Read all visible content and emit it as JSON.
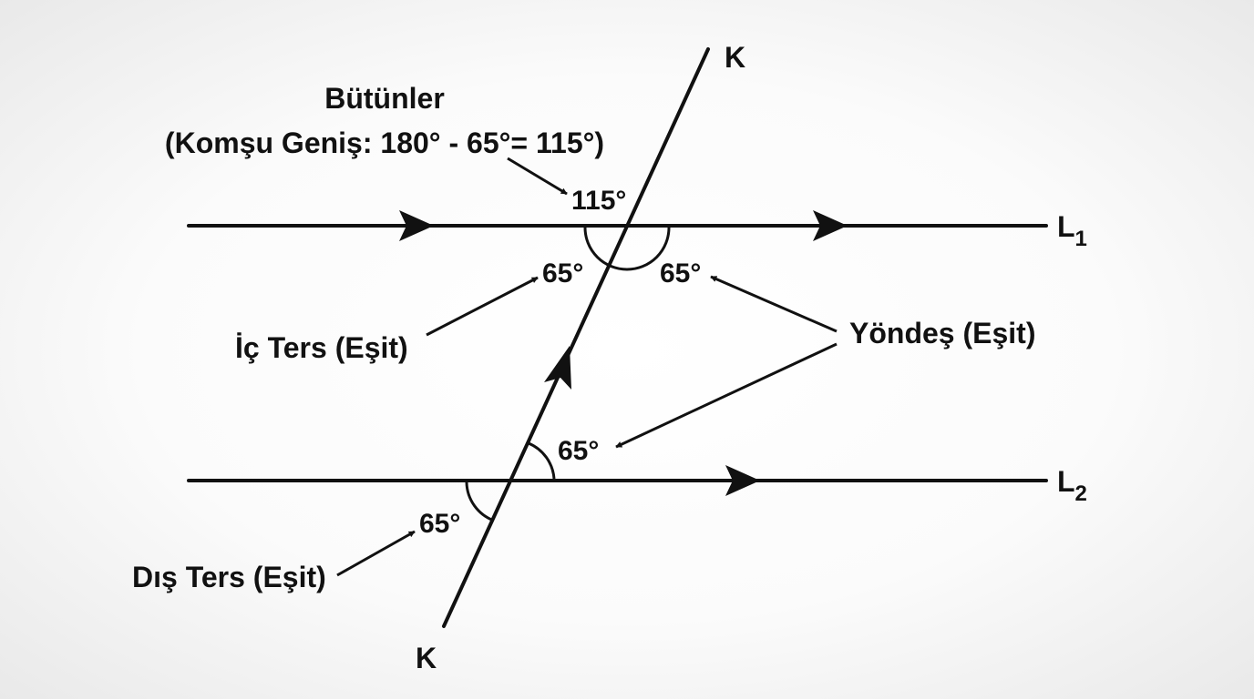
{
  "lines": {
    "transversal_top_label": "K",
    "transversal_bottom_label": "K",
    "line1_label": "L",
    "line1_subscript": "1",
    "line2_label": "L",
    "line2_subscript": "2"
  },
  "angles": {
    "upper_obtuse": "115°",
    "upper_left_interior": "65°",
    "upper_right": "65°",
    "lower_right": "65°",
    "lower_left": "65°"
  },
  "annotations": {
    "supplementary_title": "Bütünler",
    "supplementary_detail": "(Komşu Geniş: 180° - 65°= 115°)",
    "alternate_interior": "İç Ters (Eşit)",
    "corresponding": "Yöndeş (Eşit)",
    "alternate_exterior": "Dış Ters (Eşit)"
  },
  "colors": {
    "ink": "#111111",
    "background": "#ffffff"
  }
}
